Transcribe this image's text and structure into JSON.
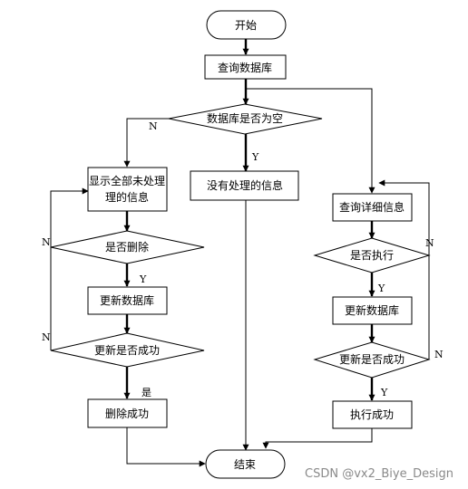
{
  "diagram": {
    "nodes": {
      "start": "开始",
      "query_db": "查询数据库",
      "db_empty": "数据库是否为空",
      "no_pending": "没有处理的信息",
      "show_pending_1": "显示全部未处理",
      "show_pending_2": "理的信息",
      "is_delete": "是否删除",
      "update_db_left": "更新数据库",
      "update_ok_left": "更新是否成功",
      "delete_ok": "删除成功",
      "query_detail": "查询详细信息",
      "is_execute": "是否执行",
      "update_db_right": "更新数据库",
      "update_ok_right": "更新是否成功",
      "execute_ok": "执行成功",
      "end": "结束"
    },
    "edge_labels": {
      "empty_no": "N",
      "empty_yes": "Y",
      "delete_no": "N",
      "delete_yes": "Y",
      "update_left_no": "N",
      "update_left_yes": "是",
      "execute_no": "N",
      "execute_yes": "Y",
      "update_right_no": "N",
      "update_right_yes": "Y"
    }
  },
  "watermark": "CSDN @vx2_Biye_Design"
}
